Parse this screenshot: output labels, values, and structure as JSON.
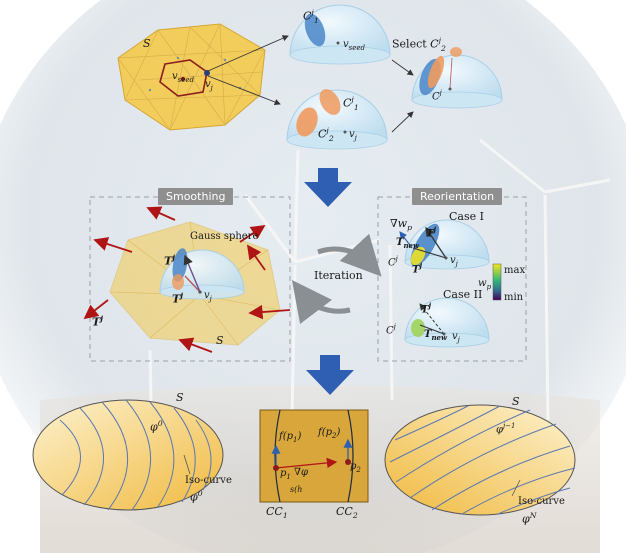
{
  "panels": {
    "smoothing": "Smoothing",
    "reorientation": "Reorientation"
  },
  "labels": {
    "S": "S",
    "v_seed": "v",
    "v_seed_sub": "seed",
    "v_j": "v",
    "v_j_sub": "j",
    "C1": "C",
    "C1_sup": "j",
    "C1_sub": "1",
    "C2": "C",
    "C2_sup": "j",
    "C2_sub": "2",
    "select_prefix": "Select ",
    "Cj": "C",
    "Cj_sup": "j",
    "gauss_sphere": "Gauss sphere",
    "T": "T",
    "T_sup": "j",
    "T_new": "T",
    "T_new_sub": "new",
    "grad_w": "∇w",
    "grad_w_sub": "p",
    "case1": "Case I",
    "case2": "Case II",
    "w_p": "w",
    "w_p_sub": "p",
    "max": "max",
    "min": "min",
    "iteration": "Iteration",
    "f_p1": "f(p",
    "f_p1_sub": "1",
    "f_p2": "f(p",
    "f_p2_sub": "2",
    "p1": "p",
    "p1_sub": "1",
    "p2": "p",
    "p2_sub": "2",
    "grad_phi": "∇φ",
    "formula": "s(h",
    "CC1": "CC",
    "CC1_sub": "1",
    "CC2": "CC",
    "CC2_sub": "2",
    "phi0": "φ",
    "phi0_sup": "0",
    "phi_jm1": "φ",
    "phi_jm1_sup": "j−1",
    "iso_curve": "Iso-curve",
    "phiN": "φ",
    "phiN_sup": "N"
  },
  "colors": {
    "blue_arrow": "#2f5fb3",
    "red_arrow": "#b01515",
    "mesh_fill": "#f3cd5c",
    "hex_outline": "#8c1d1d",
    "sphere_fill": "#d7ecf7",
    "patch_blue": "#4a86c8",
    "patch_orange": "#ef9a5e",
    "iso_line": "#5b78b4",
    "ellipse_fill": "#f2c45a"
  }
}
